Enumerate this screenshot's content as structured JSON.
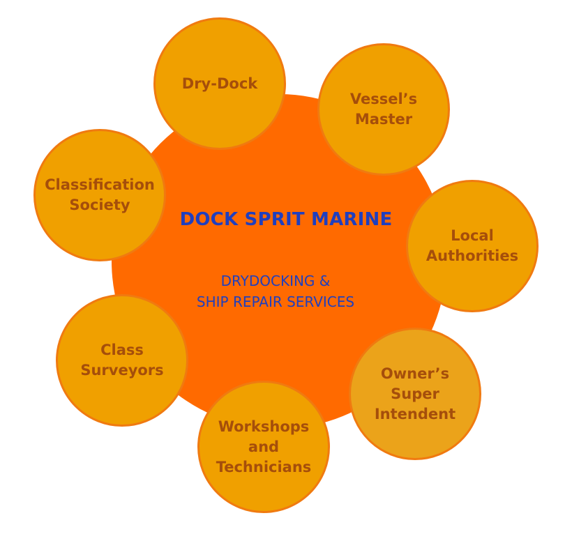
{
  "center": {
    "title": "DOCK SPRIT MARINE",
    "subtitle": "DRYDOCKING &\nSHIP REPAIR SERVICES"
  },
  "satellites": [
    {
      "label": "Dry-Dock"
    },
    {
      "label": "Vessel’s\nMaster"
    },
    {
      "label": "Classification\nSociety"
    },
    {
      "label": "Local\nAuthorities"
    },
    {
      "label": "Class\nSurveyors"
    },
    {
      "label": "Owner’s\nSuper\nIntendent"
    },
    {
      "label": "Workshops\nand\nTechnicians"
    }
  ],
  "colors": {
    "center_fill": "#ff6a00",
    "satellite_fill": "#f0a000",
    "satellite_border": "#f07a10",
    "satellite_text": "#a54e0b",
    "center_text": "#1f3fbf"
  }
}
